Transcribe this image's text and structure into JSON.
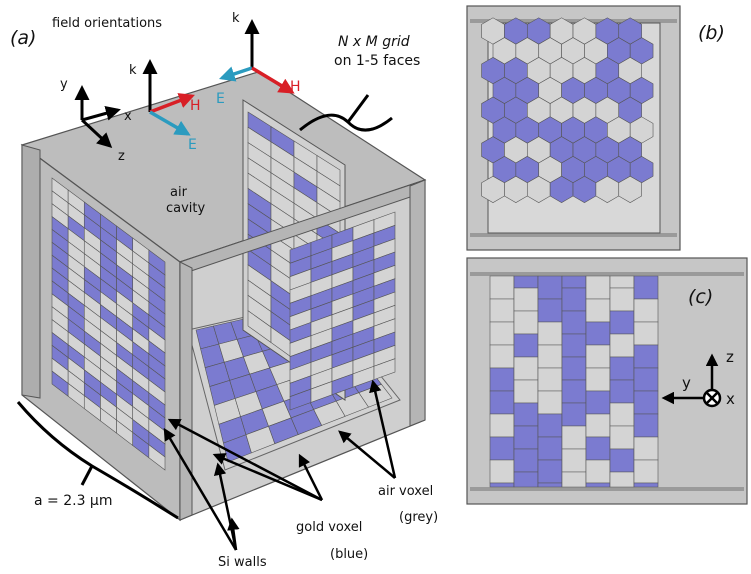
{
  "panels": {
    "a": "(a)",
    "b": "(b)",
    "c": "(c)"
  },
  "text": {
    "field_orientations": "field orientations",
    "grid_line1": "N x M grid",
    "grid_line2": "on 1-5 faces",
    "air_cavity_1": "air",
    "air_cavity_2": "cavity",
    "size": "a = 2.3 µm",
    "air_voxel": "air voxel",
    "grey": "(grey)",
    "gold_voxel": "gold voxel",
    "blue": "(blue)",
    "si_walls": "Si walls"
  },
  "axes_labels": {
    "y": "y",
    "x": "x",
    "z": "z",
    "k": "k",
    "E": "E",
    "H": "H",
    "c_z": "z",
    "c_y": "y",
    "c_x": "x"
  },
  "colors": {
    "gold_voxel": "#7b7bd0",
    "air_voxel": "#d4d4d4",
    "si_wall": "#b9b9b9",
    "outline": "#444444",
    "H_field": "#d81f26",
    "E_field": "#2b9bbf",
    "k_vector": "#000000"
  },
  "icons": [
    "axis-arrow-icon",
    "field-arrow-icon",
    "bracket-icon",
    "pointer-arrow-icon",
    "into-page-icon"
  ]
}
